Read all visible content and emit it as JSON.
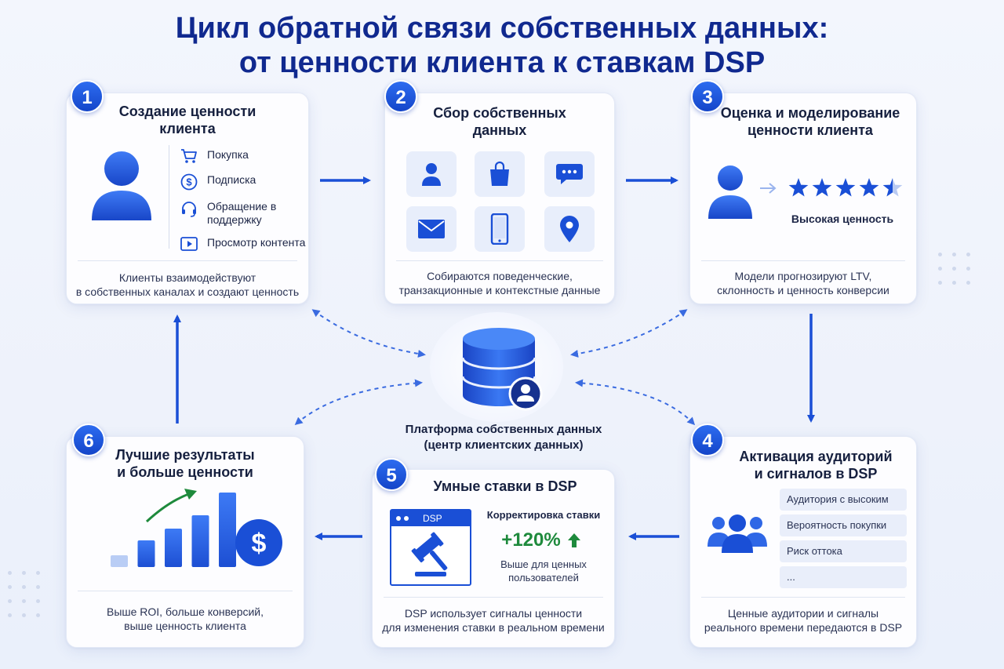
{
  "title": {
    "line1": "Цикл обратной связи собственных данных:",
    "line2": "от ценности клиента к ставкам DSP"
  },
  "colors": {
    "primary": "#1a4fd6",
    "accent_green": "#1e8a3c",
    "title": "#10298f"
  },
  "steps": [
    {
      "number": "1",
      "title_line1": "Создание ценности",
      "title_line2": "клиента",
      "items": [
        {
          "icon": "cart-icon",
          "label": "Покупка"
        },
        {
          "icon": "dollar-circle-icon",
          "label": "Подписка"
        },
        {
          "icon": "headset-icon",
          "label": "Обращение в поддержку"
        },
        {
          "icon": "play-icon",
          "label": "Просмотр контента"
        }
      ],
      "foot_line1": "Клиенты взаимодействуют",
      "foot_line2": "в собственных каналах и создают ценность"
    },
    {
      "number": "2",
      "title_line1": "Сбор собственных",
      "title_line2": "данных",
      "tiles": [
        "user-icon",
        "shopping-bag-icon",
        "chat-icon",
        "mail-icon",
        "smartphone-icon",
        "location-pin-icon"
      ],
      "foot_line1": "Собираются поведенческие,",
      "foot_line2": "транзакционные и контекстные данные"
    },
    {
      "number": "3",
      "title_line1": "Оценка и моделирование",
      "title_line2": "ценности клиента",
      "stars": 4.5,
      "rating_label": "Высокая ценность",
      "foot_line1": "Модели прогнозируют LTV,",
      "foot_line2": "склонность и ценность конверсии"
    },
    {
      "number": "4",
      "title_line1": "Активация аудиторий",
      "title_line2": "и сигналов в DSP",
      "chips": [
        "Аудитория с высоким LTV",
        "Вероятность покупки",
        "Риск оттока",
        "..."
      ],
      "foot_line1": "Ценные аудитории и сигналы",
      "foot_line2": "реального времени передаются в DSP"
    },
    {
      "number": "5",
      "title_line1": "Умные ставки в DSP",
      "window_label": "DSP",
      "adjust_label": "Корректировка ставки",
      "adjust_value": "+120%",
      "adjust_note_line1": "Выше для ценных",
      "adjust_note_line2": "пользователей",
      "foot_line1": "DSP использует сигналы ценности",
      "foot_line2": "для изменения ставки в реальном времени"
    },
    {
      "number": "6",
      "title_line1": "Лучшие результаты",
      "title_line2": "и больше ценности",
      "bar_levels": [
        0.15,
        0.34,
        0.49,
        0.66,
        0.95
      ],
      "foot_line1": "Выше ROI, больше конверсий,",
      "foot_line2": "выше ценность клиента"
    }
  ],
  "hub": {
    "icon": "database-user-icon",
    "line1": "Платформа собственных данных",
    "line2": "(центр клиентских данных)"
  }
}
